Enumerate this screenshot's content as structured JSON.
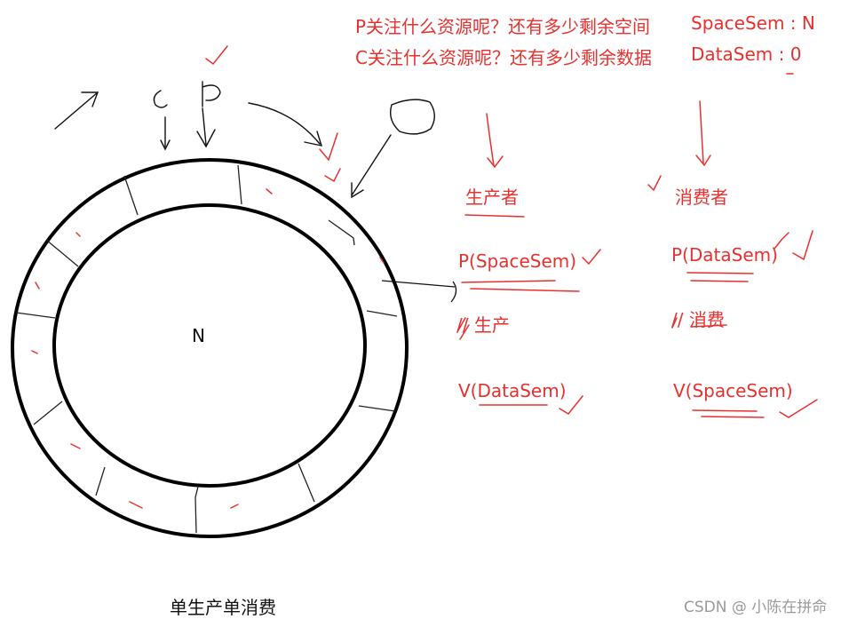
{
  "questions": {
    "producer_line": "P关注什么资源呢？还有多少剩余空间",
    "producer_sem": "SpaceSem : N",
    "consumer_line": "C关注什么资源呢？还有多少剩余数据",
    "consumer_sem": "DataSem : 0"
  },
  "ring_buffer": {
    "capacity_label": "N",
    "handwritten_labels": [
      "C",
      "P"
    ]
  },
  "producer": {
    "title": "生产者",
    "steps": [
      "P(SpaceSem)",
      "// 生产",
      "V(DataSem)"
    ]
  },
  "consumer": {
    "title": "消费者",
    "steps": [
      "P(DataSem)",
      "// 消费",
      "V(SpaceSem)"
    ]
  },
  "caption": "单生产单消费",
  "watermark": "CSDN @ 小陈在拼命",
  "colors": {
    "annotation": "#e8312f",
    "ink": "#111111",
    "watermark": "#9a9a9a"
  }
}
